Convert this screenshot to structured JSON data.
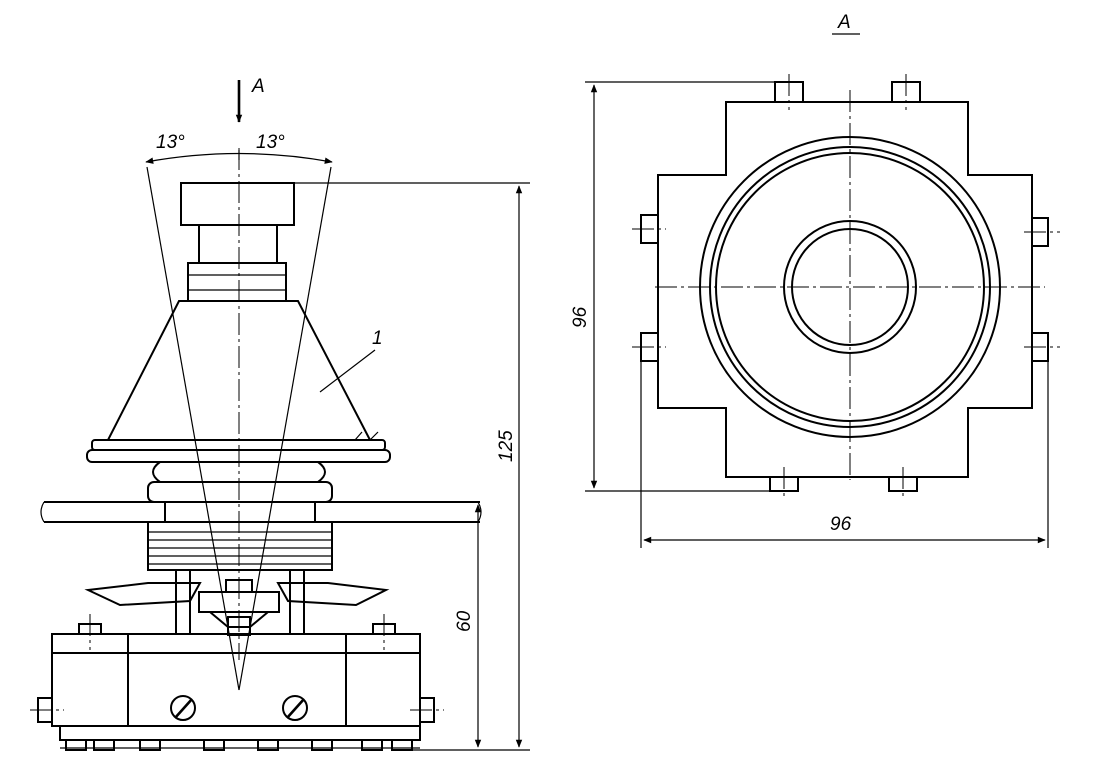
{
  "drawing": {
    "view_arrow_label": "A",
    "view_title": "A",
    "tilt_angle_left": "13°",
    "tilt_angle_right": "13°",
    "callout_number": "1",
    "dim_total_height": "125",
    "dim_mount_height": "60",
    "dim_view_height": "96",
    "dim_view_width": "96"
  }
}
